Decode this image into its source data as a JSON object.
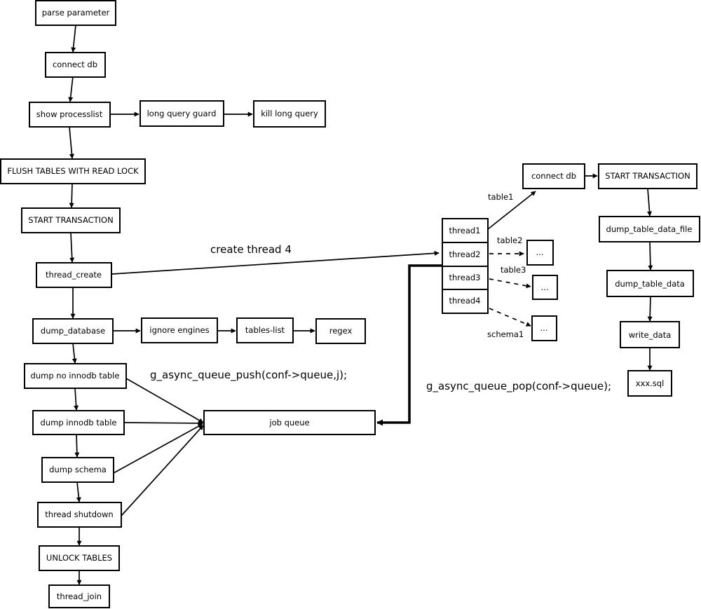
{
  "nodes": {
    "parse_parameter": "parse parameter",
    "connect_db_main": "connect db",
    "show_processlist": "show processlist",
    "long_query_guard": "long query guard",
    "kill_long_query": "kill long query",
    "flush_tables": "FLUSH TABLES WITH READ LOCK",
    "start_transaction_main": "START TRANSACTION",
    "thread_create": "thread_create",
    "dump_database": "dump_database",
    "ignore_engines": "ignore engines",
    "tables_list": "tables-list",
    "regex": "regex",
    "dump_no_innodb": "dump no innodb table",
    "dump_innodb": "dump innodb table",
    "dump_schema": "dump schema",
    "thread_shutdown": "thread shutdown",
    "unlock_tables": "UNLOCK TABLES",
    "thread_join": "thread_join",
    "job_queue": "job queue",
    "thread1": "thread1",
    "thread2": "thread2",
    "thread3": "thread3",
    "thread4": "thread4",
    "ellipsis_2": "...",
    "ellipsis_3": "...",
    "ellipsis_4": "...",
    "connect_db_worker": "connect db",
    "start_transaction_worker": "START TRANSACTION",
    "dump_table_data_file": "dump_table_data_file",
    "dump_table_data": "dump_table_data",
    "write_data": "write_data",
    "xxx_sql": "xxx.sql"
  },
  "labels": {
    "create_thread": "create thread 4",
    "queue_push": "g_async_queue_push(conf->queue,j);",
    "queue_pop": "g_async_queue_pop(conf->queue);",
    "table1": "table1",
    "table2": "table2",
    "table3": "table3",
    "schema1": "schema1"
  }
}
